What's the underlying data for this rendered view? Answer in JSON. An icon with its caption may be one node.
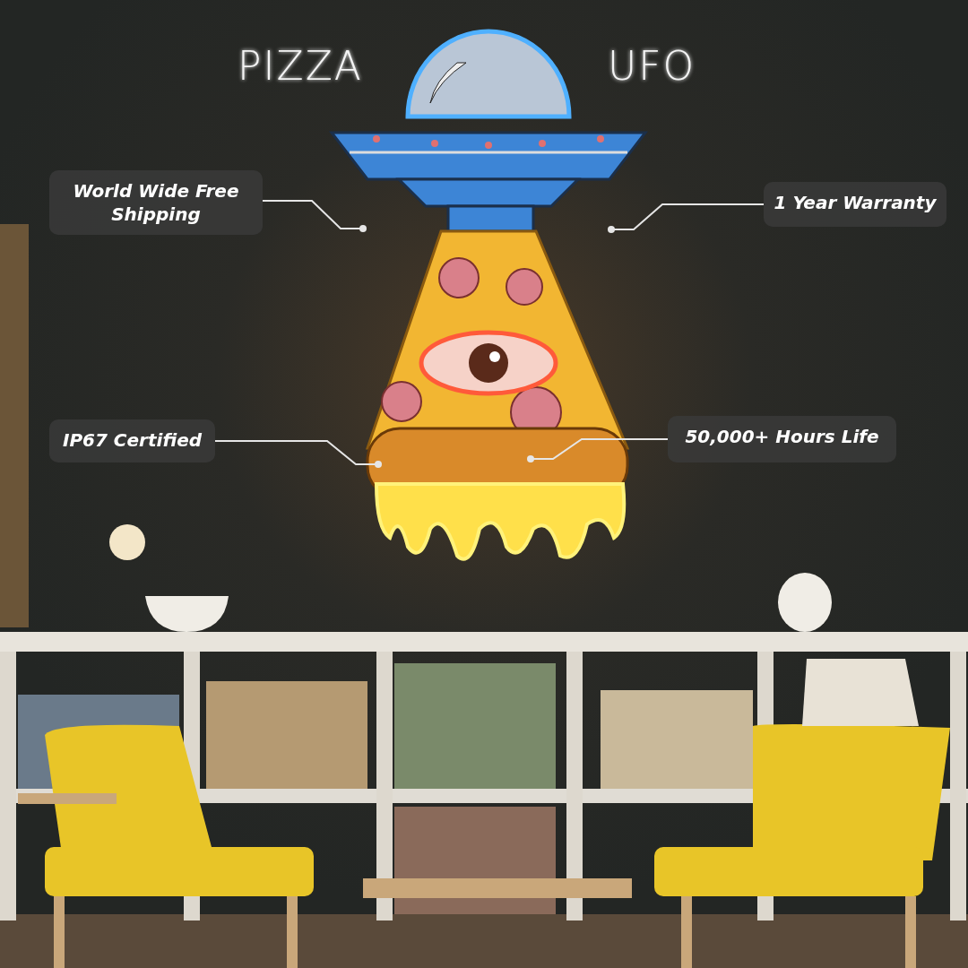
{
  "diagram": {
    "nodes": [
      {
        "text": [
          "World Wide Free Shipping"
        ]
      },
      {
        "text": [
          "1 Year Warranty"
        ]
      },
      {
        "text": [
          "IP67 Certified"
        ]
      },
      {
        "text": [
          "50,000+ Hours Life"
        ]
      },
      {
        "text": [],
        "shape": "picture"
      }
    ],
    "edges": [
      {
        "from": 0,
        "to": 4,
        "arrow": "other"
      },
      {
        "from": 1,
        "to": 4,
        "arrow": "other"
      },
      {
        "from": 2,
        "to": 4,
        "arrow": "other"
      },
      {
        "from": 3,
        "to": 4,
        "arrow": "other"
      }
    ],
    "labels": [
      "PIZZA",
      "UFO"
    ]
  }
}
